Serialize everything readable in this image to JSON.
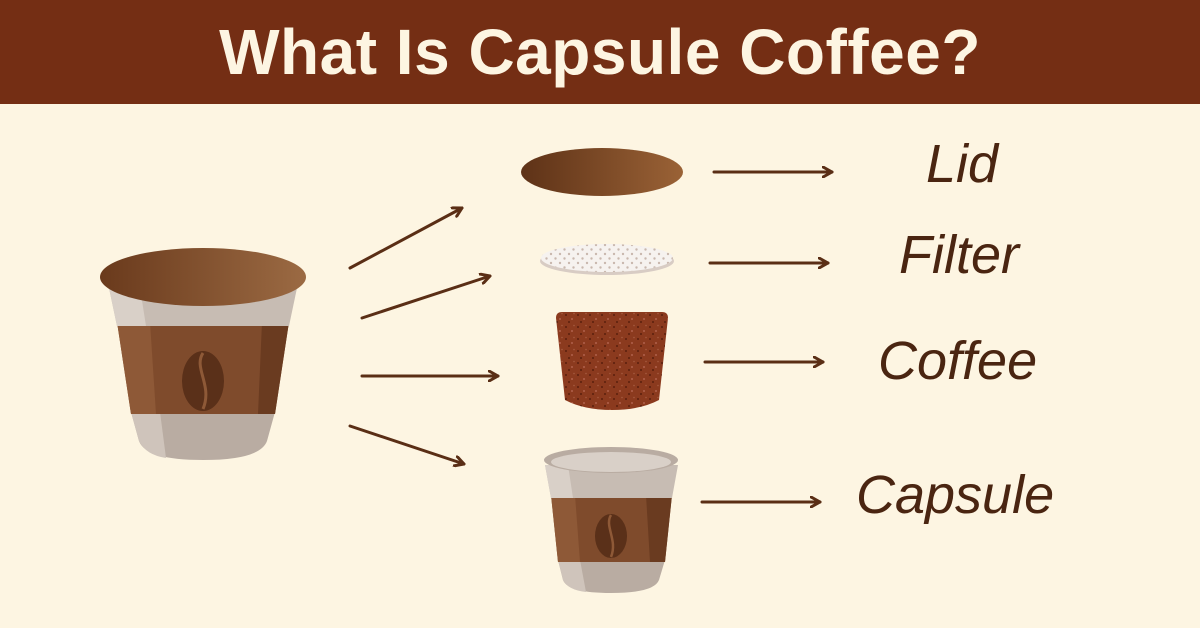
{
  "title": "What Is Capsule Coffee?",
  "colors": {
    "banner": "#742e14",
    "background": "#fdf5e2",
    "arrow": "#5a2e15",
    "label_text": "#4a2511",
    "capsule_brown": "#7f4b2c",
    "capsule_grey": "#c5b9b0",
    "coffee_grounds": "#8b3a1e"
  },
  "labels": {
    "lid": "Lid",
    "filter": "Filter",
    "coffee": "Coffee",
    "capsule": "Capsule"
  },
  "icons": [
    "assembled-capsule-icon",
    "lid-icon",
    "filter-icon",
    "coffee-grounds-icon",
    "empty-capsule-icon",
    "coffee-bean-icon",
    "arrow-icon"
  ]
}
